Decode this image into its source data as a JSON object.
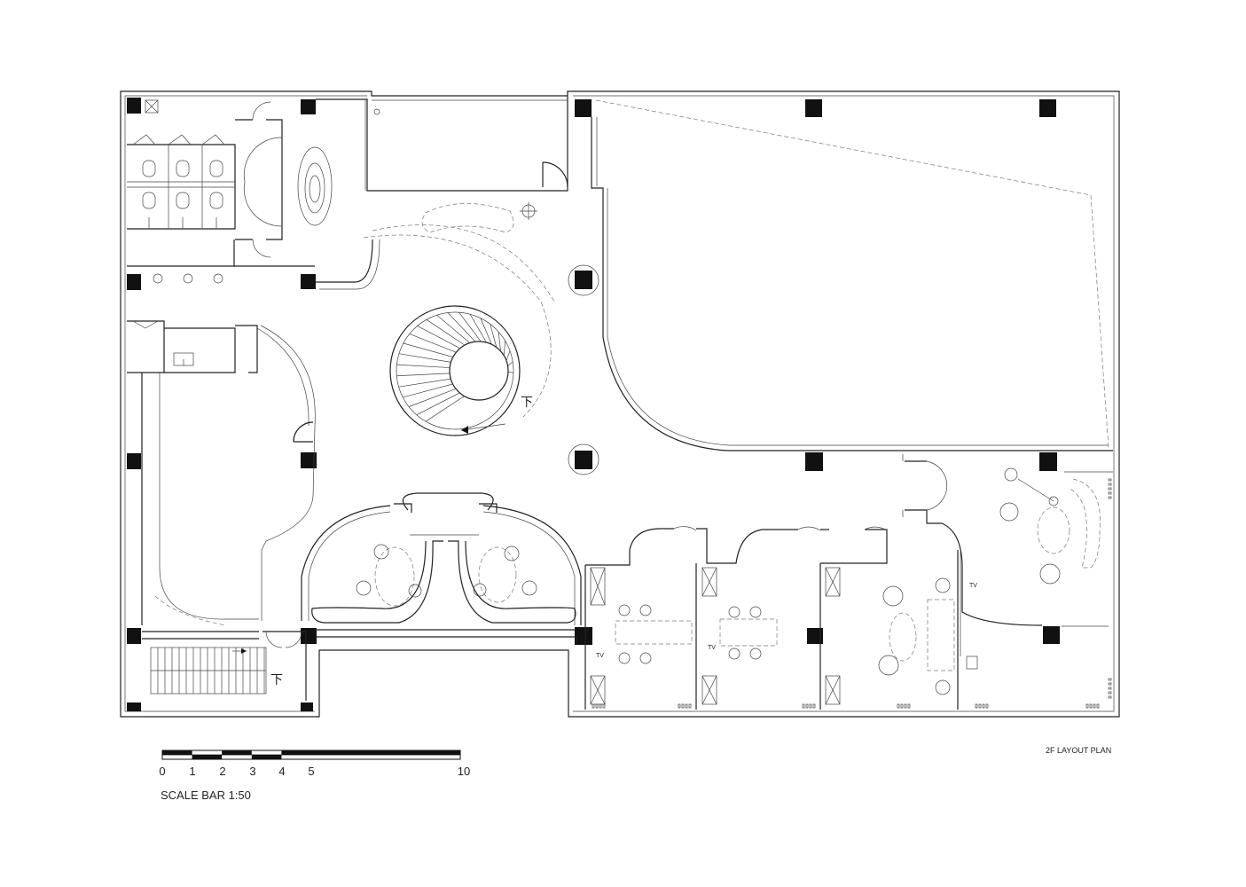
{
  "plan": {
    "title": "2F LAYOUT PLAN",
    "stair_down_mark": "下",
    "tv_label": "TV"
  },
  "scale_bar": {
    "caption": "SCALE BAR 1:50",
    "ticks": [
      "0",
      "1",
      "2",
      "3",
      "4",
      "5",
      "10"
    ]
  }
}
